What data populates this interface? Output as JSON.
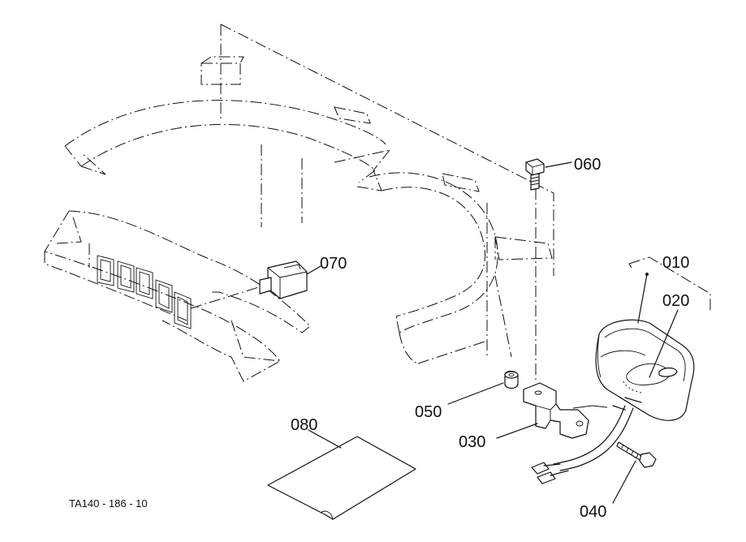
{
  "diagram": {
    "drawing_code": "TA140 - 186 - 10",
    "labels": {
      "p010": "010",
      "p020": "020",
      "p030": "030",
      "p040": "040",
      "p050": "050",
      "p060": "060",
      "p070": "070",
      "p080": "080"
    }
  }
}
